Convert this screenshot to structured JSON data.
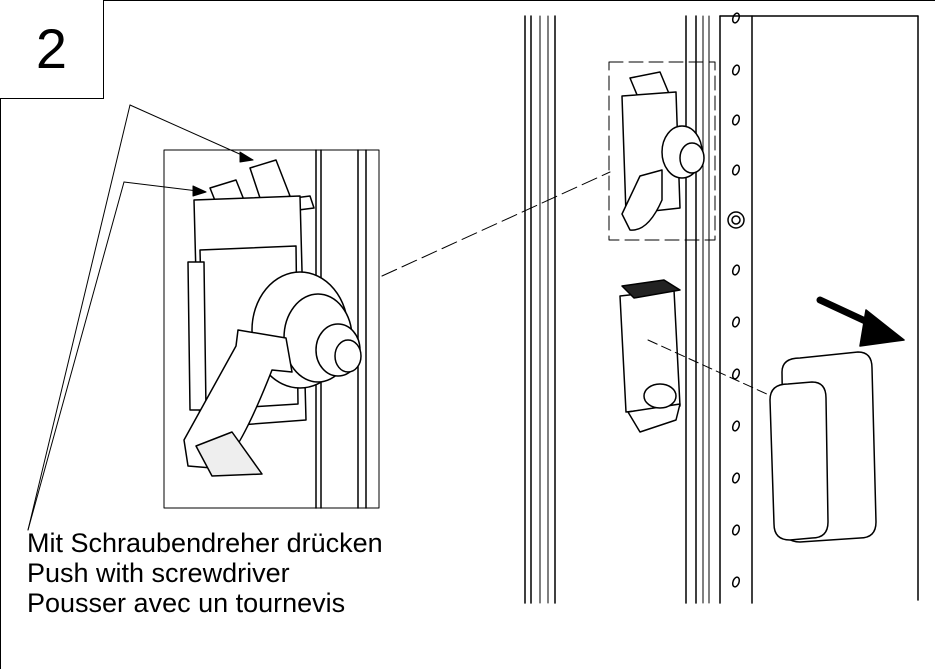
{
  "step": {
    "number": "2"
  },
  "instructions": [
    "Mit Schraubendreher drücken",
    "Push with screwdriver",
    "Pousser avec un tournevis"
  ]
}
